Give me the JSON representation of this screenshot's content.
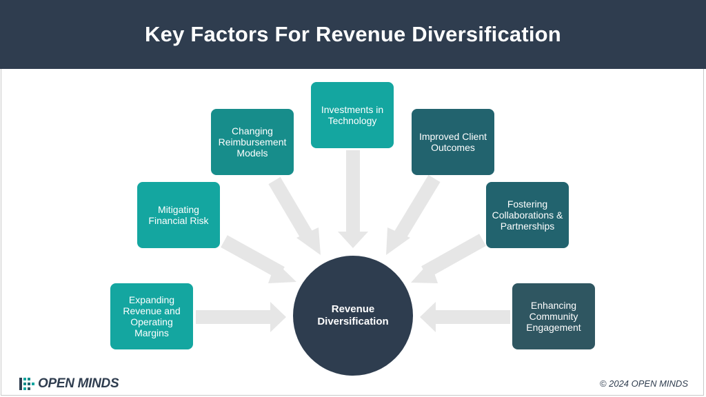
{
  "title": "Key Factors For Revenue Diversification",
  "center_label": "Revenue\nDiversification",
  "factors": [
    {
      "label": "Expanding\nRevenue and\nOperating\nMargins",
      "color": "#14a6a0"
    },
    {
      "label": "Mitigating\nFinancial Risk",
      "color": "#14a6a0"
    },
    {
      "label": "Changing\nReimbursement\nModels",
      "color": "#178d8b"
    },
    {
      "label": "Investments in\nTechnology",
      "color": "#14a6a0"
    },
    {
      "label": "Improved Client\nOutcomes",
      "color": "#22636e"
    },
    {
      "label": "Fostering\nCollaborations &\nPartnerships",
      "color": "#22636e"
    },
    {
      "label": "Enhancing\nCommunity\nEngagement",
      "color": "#2f5661"
    }
  ],
  "colors": {
    "header": "#2f3d4f",
    "center": "#2e3d4f",
    "arrow": "#e6e6e6"
  },
  "logo_text": "OPEN MINDS",
  "copyright": "© 2024 OPEN MINDS"
}
